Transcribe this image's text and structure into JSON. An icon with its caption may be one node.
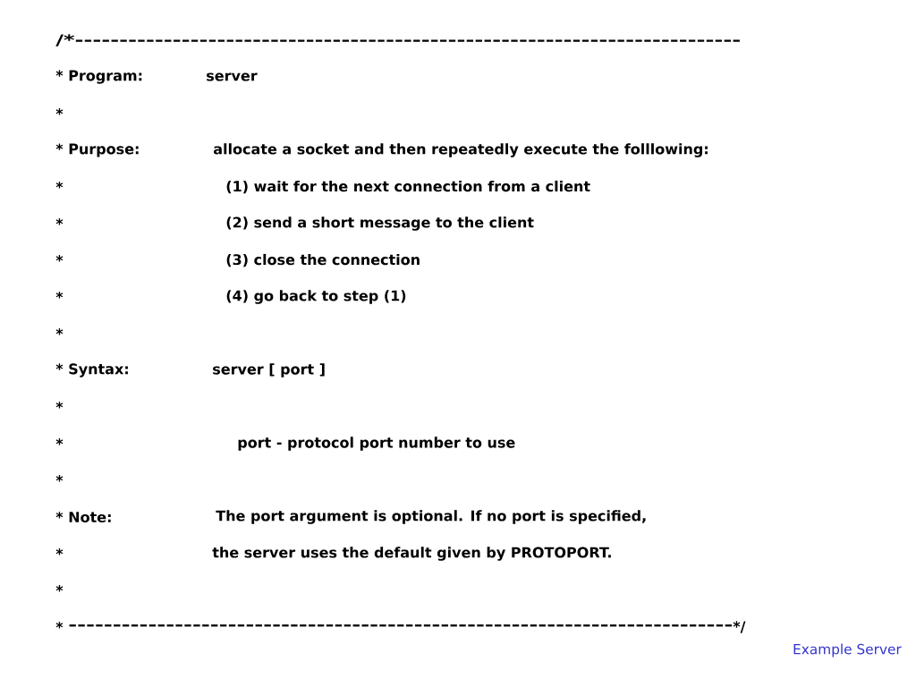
{
  "diagram": {
    "labels": [
      "/*---------------------------------------------------------------------------",
      "* Program:",
      "server",
      "*",
      "* Purpose:",
      "allocate a socket and then repeatedly execute the folllowing:",
      "*",
      "(1) wait for the next connection from a client",
      "*",
      "(2) send a short message to the client",
      "*",
      "(3) close the connection",
      "*",
      "(4) go back to step (1)",
      "*",
      "* Syntax:",
      "server [ port ]",
      "*",
      "*",
      "port - protocol port number to use",
      "*",
      "* Note:",
      "The port argument is optional. If no port is specified,",
      "*",
      "the server uses the default given by PROTOPORT.",
      "*",
      "*",
      "---------------------------------------------------------------------------",
      "*/",
      "Example Server"
    ]
  }
}
